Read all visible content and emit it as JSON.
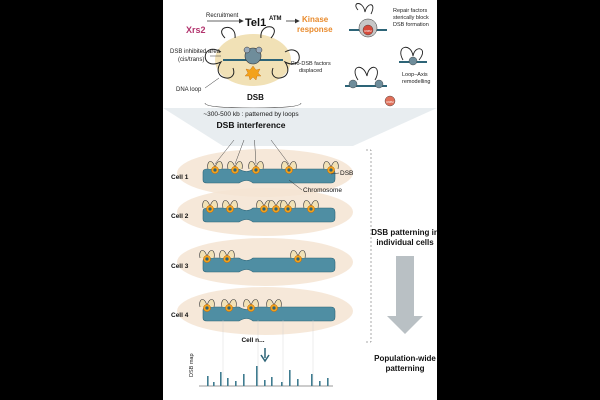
{
  "colors": {
    "chromosome": "#4f8ea3",
    "chromosome_dark": "#2d6477",
    "dsb_orange": "#f3a21b",
    "loop_cream": "#f1e1b6",
    "xrs2_pink": "#b2336d",
    "kinase_orange": "#e98a2b",
    "arrow_gray": "#b9c0c4",
    "map_bar": "#3f7c90"
  },
  "top": {
    "recruitment": "Recruitment",
    "xrs2": "Xrs2",
    "tel1": "Tel1",
    "tel1_sup": "ATM",
    "kinase_line1": "Kinase",
    "kinase_line2": "response",
    "dsb_inhibited_line1": "DSB inhibited area",
    "dsb_inhibited_line2": "(cis/trans)",
    "dna_loop": "DNA loop",
    "dsb_center": "DSB",
    "repair_line1": "Repair factors",
    "repair_line2": "sterically block",
    "repair_line3": "DSB formation",
    "pro_dsb_line1": "Pro-DSB factors",
    "pro_dsb_line2": "displaced",
    "loop_axis_line1": "Loop–Axis",
    "loop_axis_line2": "remodelling",
    "protein_label": "RMM",
    "scale_note": "~300-500 kb : patterned by loops",
    "interference_title": "DSB interference"
  },
  "cells": [
    "Cell 1",
    "Cell 2",
    "Cell 3",
    "Cell 4"
  ],
  "cell_n": "Cell n...",
  "labels": {
    "dsb": "DSB",
    "chromosome": "Chromosome",
    "patterning_line1": "DSB patterning in",
    "patterning_line2": "individual cells",
    "population_line1": "Population-wide",
    "population_line2": "patterning",
    "dsb_map": "DSB map"
  }
}
